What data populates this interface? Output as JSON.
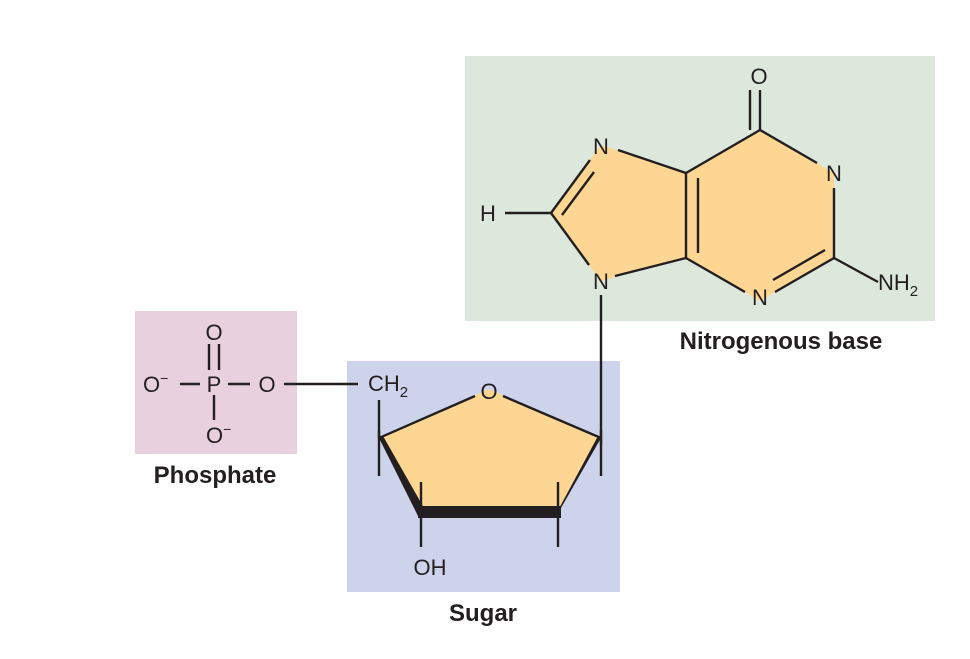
{
  "labels": {
    "phosphate": "Phosphate",
    "sugar": "Sugar",
    "base": "Nitrogenous base"
  },
  "atoms": {
    "oxygen": "O",
    "phosphorus": "P",
    "nitrogen": "N",
    "hydrogen": "H",
    "carbon": "C",
    "hydroxyl": "OH",
    "charge": "−",
    "h_sub": "H",
    "two": "2"
  },
  "colors": {
    "phosphate_box": "#e8d0df",
    "sugar_box": "#ced3ec",
    "base_box": "#dce8dc",
    "ring_fill": "#fcd692",
    "line": "#231f20"
  }
}
